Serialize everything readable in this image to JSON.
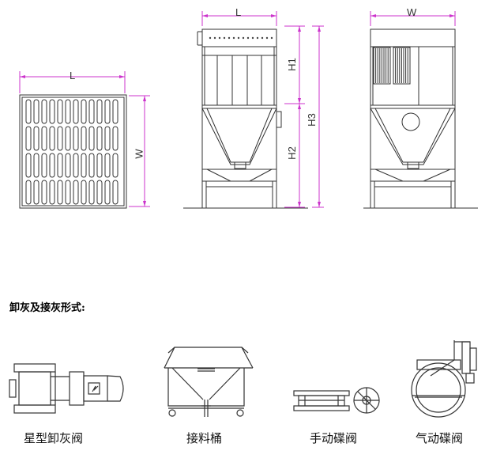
{
  "dimensions": {
    "plan_length": "L",
    "plan_width": "W",
    "front_length": "L",
    "side_width": "W",
    "h1": "H1",
    "h2": "H2",
    "h3": "H3"
  },
  "section_heading": "卸灰及接灰形式:",
  "components": [
    {
      "label": "星型卸灰阀"
    },
    {
      "label": "接料桶"
    },
    {
      "label": "手动碟阀"
    },
    {
      "label": "气动碟阀"
    }
  ],
  "colors": {
    "dimension_line": "#cc33cc",
    "drawing_line": "#333333"
  }
}
